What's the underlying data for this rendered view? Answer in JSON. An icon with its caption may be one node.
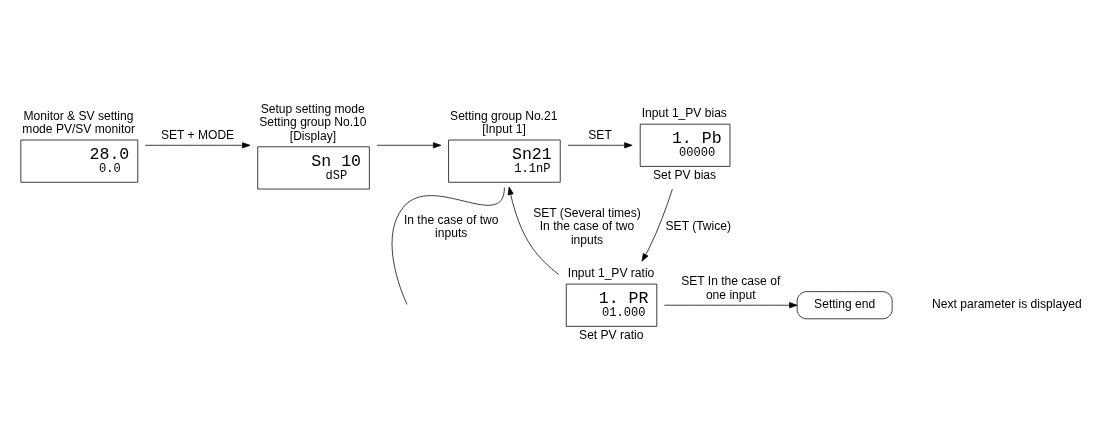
{
  "diagram": {
    "nodes": [
      {
        "text": [
          "Monitor & SV setting mode PV/SV monitor",
          "28.0",
          "0.0"
        ]
      },
      {
        "text": [
          "Setup setting mode Setting group No.10 [Display]",
          "Sn 10",
          "dSP"
        ]
      },
      {
        "text": [
          "Setting group No.21 [Input 1]",
          "Sn21",
          "1.1nP"
        ]
      },
      {
        "text": [
          "Input 1_PV bias",
          "1. Pb",
          "00000"
        ],
        "beside": [
          "Set PV bias"
        ]
      },
      {
        "text": [
          "Input 1_PV ratio",
          "1. PR",
          "01.000"
        ],
        "beside": [
          "Set PV ratio"
        ]
      },
      {
        "text": [
          "Setting end"
        ]
      }
    ],
    "edges": [
      {
        "from": 0,
        "to": 1,
        "arrow": "to",
        "label": "SET + MODE"
      },
      {
        "from": 1,
        "to": 2,
        "arrow": "to"
      },
      {
        "from": 2,
        "to": 3,
        "arrow": "to",
        "label": "SET"
      },
      {
        "from": 3,
        "to": 4,
        "arrow": "to",
        "label": "SET (Twice)"
      },
      {
        "from": 4,
        "to": 2,
        "arrow": "to",
        "label": "SET (Several times) In the case of two inputs"
      },
      {
        "from": 4,
        "to": 5,
        "arrow": "to",
        "label": "SET In the case of one input"
      },
      {
        "from": 2,
        "to": null,
        "arrow": "none",
        "label": "In the case of two inputs"
      }
    ],
    "labels": [
      "Next parameter is displayed"
    ]
  }
}
